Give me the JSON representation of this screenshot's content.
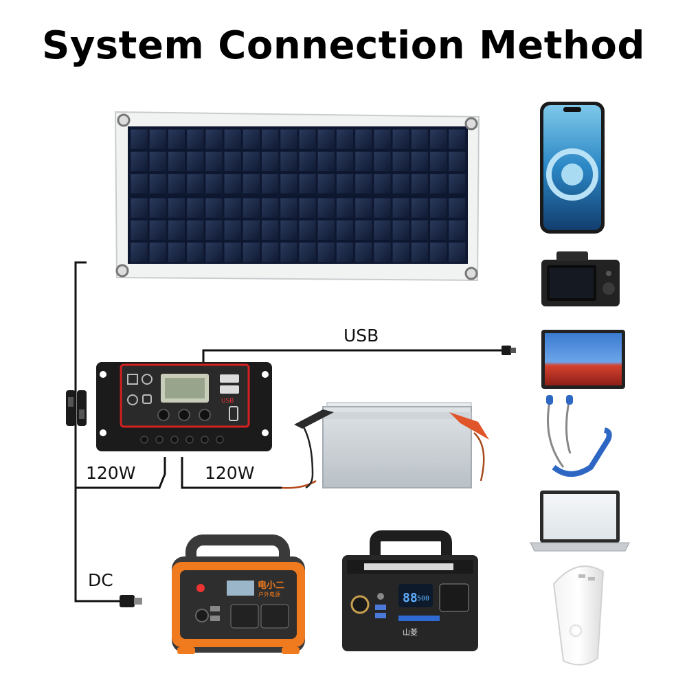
{
  "title": "System Connection Method",
  "labels": {
    "usb": "USB",
    "controller_solar_power": "120W",
    "controller_battery_power": "120W",
    "dc": "DC"
  },
  "controller_screen": {
    "brand_text": "USB"
  },
  "power_station_1": {
    "brand_text": "电小二",
    "sub_text": "户外电源"
  },
  "power_station_2": {
    "display_value": "88",
    "display_value_2": "500",
    "brand_text": "山菱"
  },
  "devices": [
    {
      "name": "smartphone-icon"
    },
    {
      "name": "camera-icon"
    },
    {
      "name": "tablet-icon"
    },
    {
      "name": "earphones-icon"
    },
    {
      "name": "laptop-icon"
    },
    {
      "name": "power-bank-icon"
    }
  ],
  "colors": {
    "controller_accent": "#d42020",
    "power_station_accent": "#f07a1e",
    "wire": "#111111"
  }
}
